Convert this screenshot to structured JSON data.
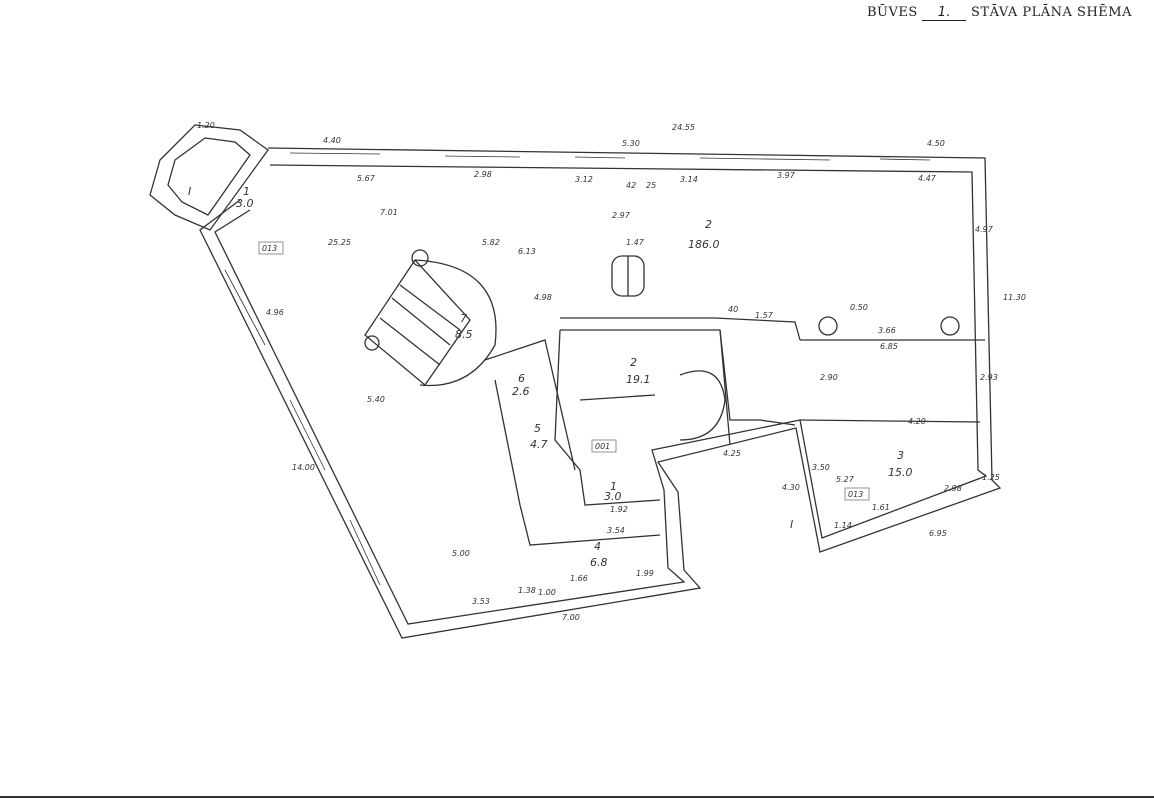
{
  "title": {
    "prefix": "BŪVES",
    "floor": "1.",
    "suffix": "STĀVA PLĀNA SHĒMA"
  },
  "rooms": [
    {
      "num": "1",
      "area": "3.0"
    },
    {
      "num": "2",
      "area": "186.0"
    },
    {
      "num": "7",
      "area": "8.5"
    },
    {
      "num": "2",
      "area": "19.1"
    },
    {
      "num": "6",
      "area": "2.6"
    },
    {
      "num": "5",
      "area": "4.7"
    },
    {
      "num": "1",
      "area": "3.0"
    },
    {
      "num": "4",
      "area": "6.8"
    },
    {
      "num": "3",
      "area": "15.0"
    }
  ],
  "codes": [
    "013",
    "001",
    "013"
  ],
  "entrances": [
    "I",
    "I"
  ],
  "dimensions": [
    "24.55",
    "4.40",
    "5.30",
    "4.50",
    "1.20",
    "5.67",
    "2.98",
    "3.12",
    "3.14",
    "3.97",
    "4.47",
    "42",
    "25",
    "4.97",
    "11.30",
    "2.97",
    "1.47",
    "25.25",
    "7.01",
    "5.82",
    "6.13",
    "4.98",
    "4.96",
    "5.40",
    "14.00",
    "5.00",
    "3.53",
    "7.00",
    "1.66",
    "1.99",
    "3.54",
    "4.25",
    "4.30",
    "3.50",
    "5.27",
    "2.98",
    "1.61",
    "1.14",
    "6.95",
    "4.20",
    "3.66",
    "6.85",
    "2.90",
    "2.93",
    "1.57",
    "40",
    "0.50",
    "1.92",
    "1.25",
    "1.38",
    "1.00"
  ]
}
